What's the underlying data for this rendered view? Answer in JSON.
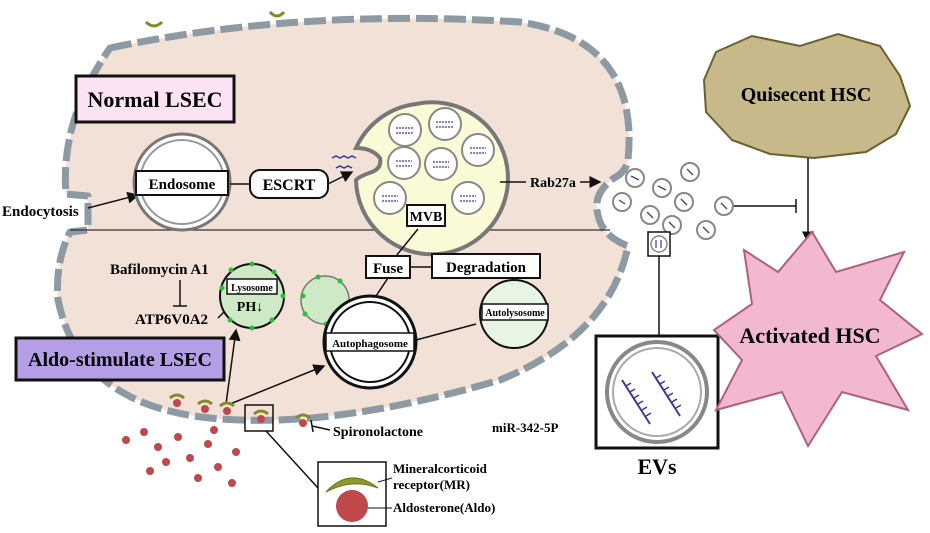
{
  "labels": {
    "normal_lsec": "Normal LSEC",
    "aldo_lsec": "Aldo-stimulate LSEC",
    "endocytosis": "Endocytosis",
    "endosome": "Endosome",
    "escrt": "ESCRT",
    "mvb": "MVB",
    "rab27a": "Rab27a",
    "fuse": "Fuse",
    "degradation": "Degradation",
    "bafilomycin": "Bafilomycin A1",
    "atp6v0a2": "ATP6V0A2",
    "lysosome": "Lysosome",
    "ph": "PH↓",
    "autophagosome": "Autophagosome",
    "autolysosome": "Autolysosome",
    "spironolactone": "Spironolactone",
    "mirna": "miR-342-5P",
    "evs": "EVs",
    "mr_line1": "Mineralcorticoid",
    "mr_line2": "receptor(MR)",
    "aldo_legend": "Aldosterone(Aldo)",
    "quiescent_hsc": "Quisecent HSC",
    "activated_hsc": "Activated HSC"
  },
  "colors": {
    "cell_fill": "#f2e1d6",
    "membrane": "#8e9aa3",
    "normal_label_fill": "#fbe3f3",
    "aldo_label_fill": "#b49fe6",
    "lysosome_fill": "#cfe8c6",
    "mvb_fill": "#fafad7",
    "quiescent_fill": "#c7b98a",
    "activated_fill": "#f2b8cf",
    "aldo_dot": "#c0474a",
    "mr_receptor": "#8d9a2c",
    "mirna_strand": "#3a3aa0"
  }
}
